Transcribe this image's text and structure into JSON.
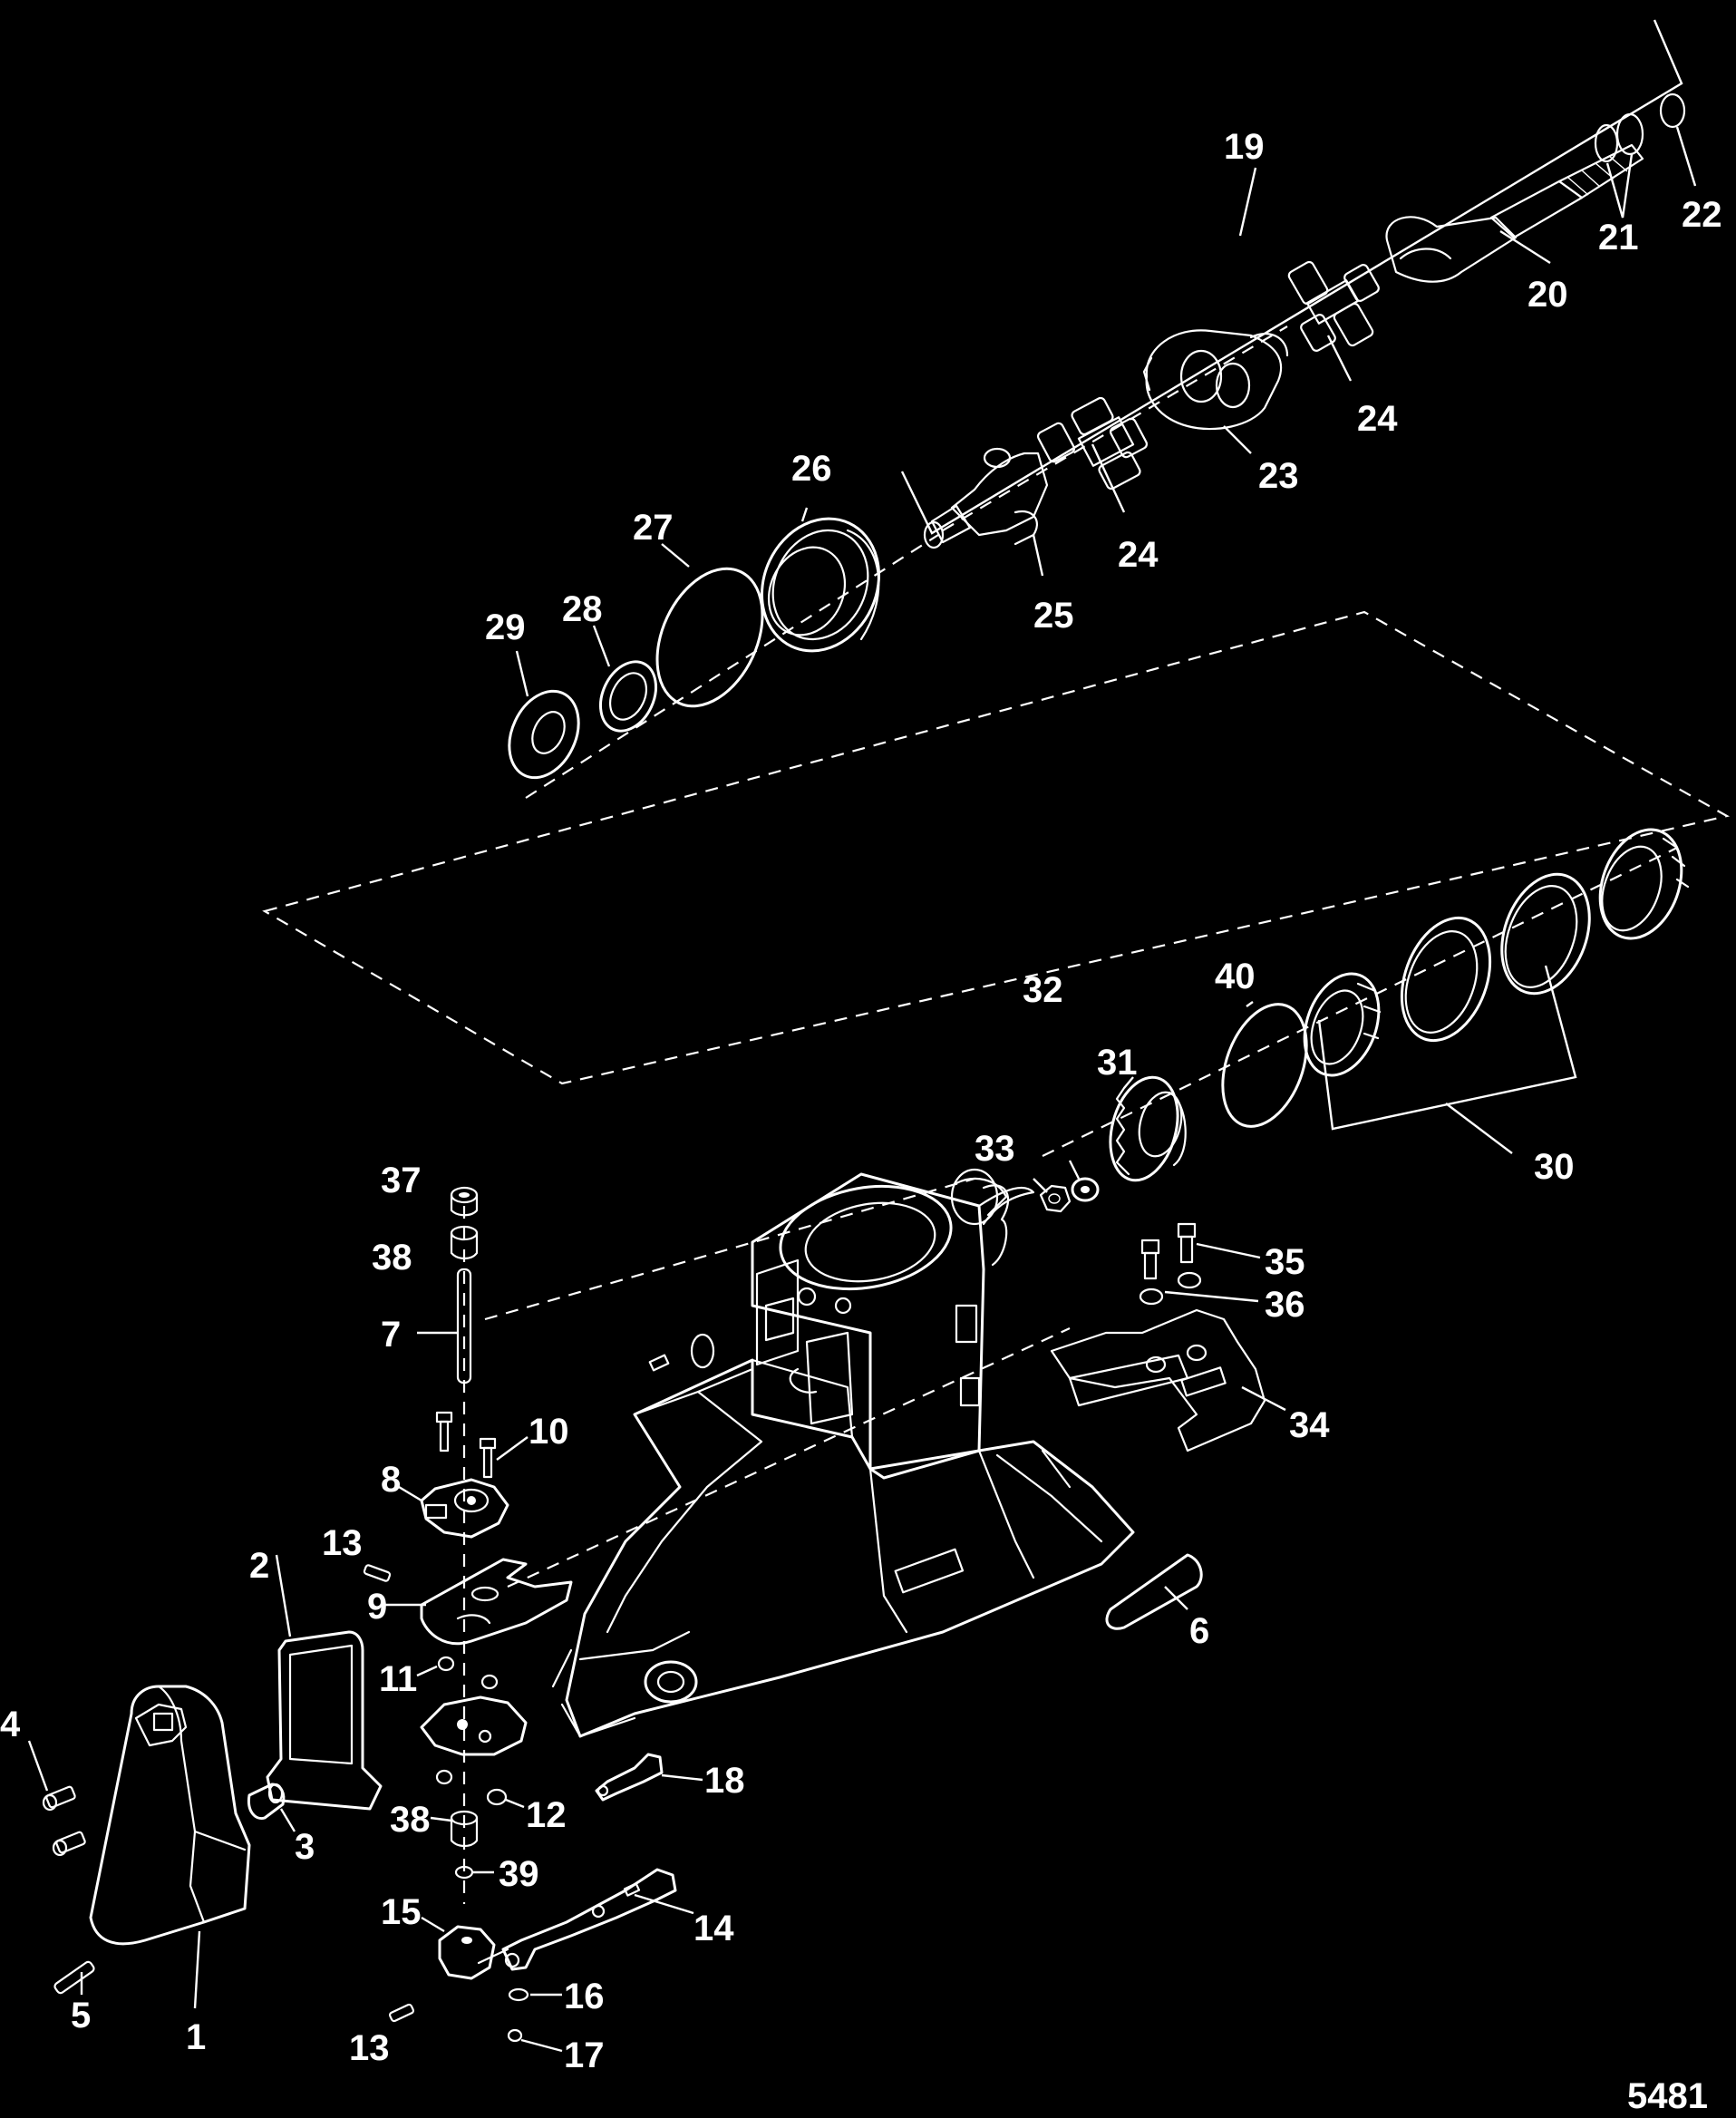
{
  "labels": {
    "l1": "1",
    "l2": "2",
    "l3": "3",
    "l4": "4",
    "l5": "5",
    "l6": "6",
    "l7": "7",
    "l8": "8",
    "l9": "9",
    "l10": "10",
    "l11": "11",
    "l12": "12",
    "l13a": "13",
    "l13b": "13",
    "l14": "14",
    "l15": "15",
    "l16": "16",
    "l17": "17",
    "l18": "18",
    "l19": "19",
    "l20": "20",
    "l21": "21",
    "l22": "22",
    "l23": "23",
    "l24a": "24",
    "l24b": "24",
    "l25": "25",
    "l26": "26",
    "l27": "27",
    "l28": "28",
    "l29": "29",
    "l30": "30",
    "l31": "31",
    "l32": "32",
    "l33": "33",
    "l34": "34",
    "l35": "35",
    "l36": "36",
    "l37": "37",
    "l38a": "38",
    "l38b": "38",
    "l39": "39",
    "l40": "40"
  },
  "figure_number": "5481"
}
